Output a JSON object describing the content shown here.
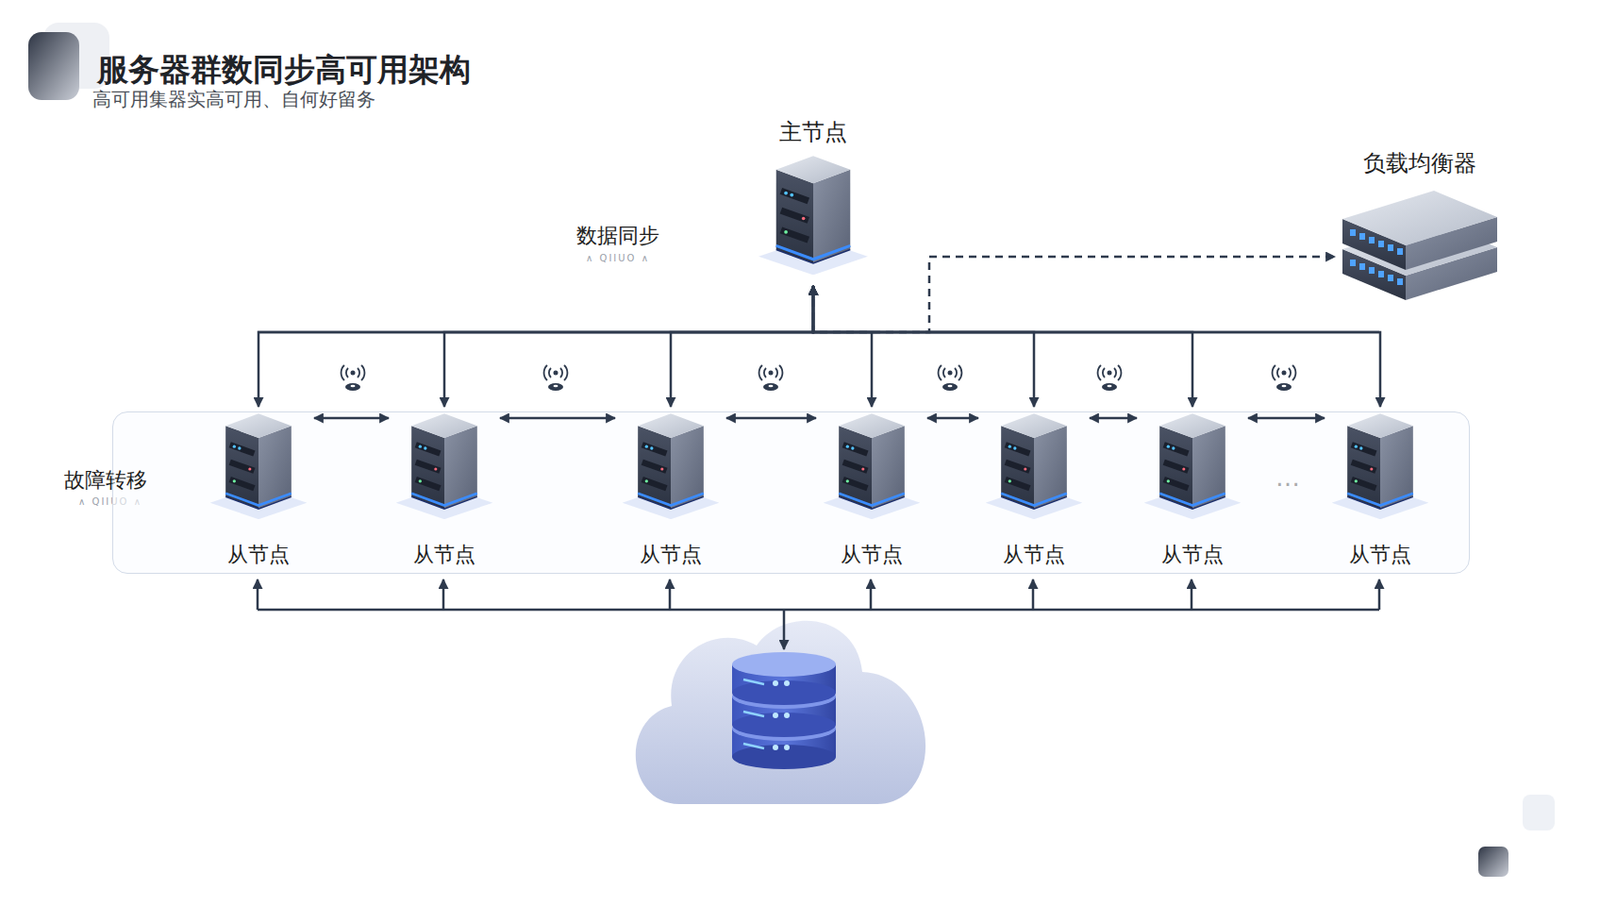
{
  "diagram": {
    "title": "服务器群数同步高可用架构",
    "nodes": [
      {
        "text": [
          "主节点"
        ]
      },
      {
        "text": [
          "负载均衡器"
        ]
      },
      {
        "text": [
          "故障转移"
        ]
      },
      {
        "text": [
          "从节点"
        ],
        "in": 2
      },
      {
        "text": [
          "从节点"
        ],
        "in": 2
      },
      {
        "text": [
          "从节点"
        ],
        "in": 2
      },
      {
        "text": [
          "从节点"
        ],
        "in": 2
      },
      {
        "text": [
          "从节点"
        ],
        "in": 2
      },
      {
        "text": [
          "从节点"
        ],
        "in": 2
      },
      {
        "text": [
          "从节点"
        ],
        "in": 2
      }
    ],
    "edges": [
      {
        "from": 3,
        "to": 0,
        "arrow": "both"
      },
      {
        "from": 4,
        "to": 0,
        "arrow": "both"
      },
      {
        "from": 5,
        "to": 0,
        "arrow": "both"
      },
      {
        "from": 6,
        "to": 0,
        "arrow": "both"
      },
      {
        "from": 7,
        "to": 0,
        "arrow": "both"
      },
      {
        "from": 8,
        "to": 0,
        "arrow": "both"
      },
      {
        "from": 9,
        "to": 0,
        "arrow": "both"
      },
      {
        "from": 0,
        "to": 1,
        "arrow": "to"
      },
      {
        "from": 3,
        "to": 4,
        "arrow": "both"
      },
      {
        "from": 4,
        "to": 5,
        "arrow": "both"
      },
      {
        "from": 5,
        "to": 6,
        "arrow": "both"
      },
      {
        "from": 6,
        "to": 7,
        "arrow": "both"
      },
      {
        "from": 7,
        "to": 8,
        "arrow": "both"
      },
      {
        "from": 8,
        "to": 9,
        "arrow": "both"
      }
    ],
    "labels": [
      "高可用集器实高可用、自何好留务",
      "数据同步",
      "∧ QIIUO ∧",
      "∧ QIIUO ∧",
      "…"
    ]
  }
}
